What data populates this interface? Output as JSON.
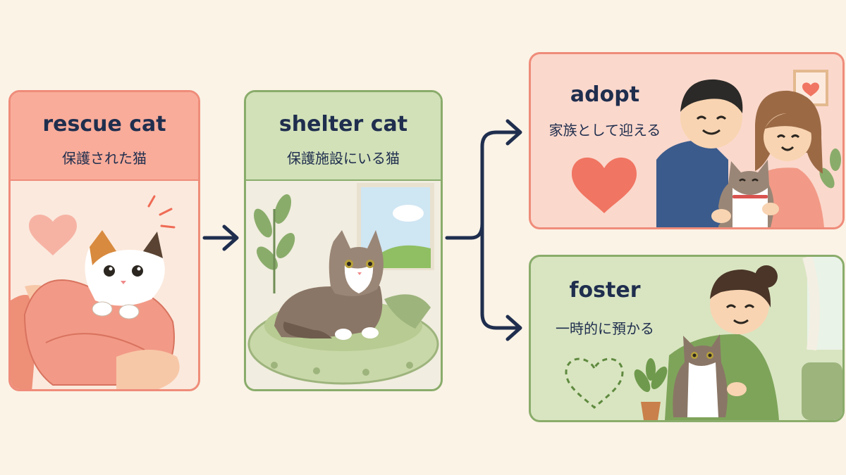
{
  "stages": {
    "rescue": {
      "title": "rescue cat",
      "subtitle": "保護された猫"
    },
    "shelter": {
      "title": "shelter cat",
      "subtitle": "保護施設にいる猫"
    },
    "adopt": {
      "title": "adopt",
      "subtitle": "家族として迎える"
    },
    "foster": {
      "title": "foster",
      "subtitle": "一時的に預かる"
    }
  },
  "colors": {
    "background": "#fbf3e6",
    "coral": "#ef8c7a",
    "green": "#8aac6b",
    "navy": "#1f2e4e"
  }
}
